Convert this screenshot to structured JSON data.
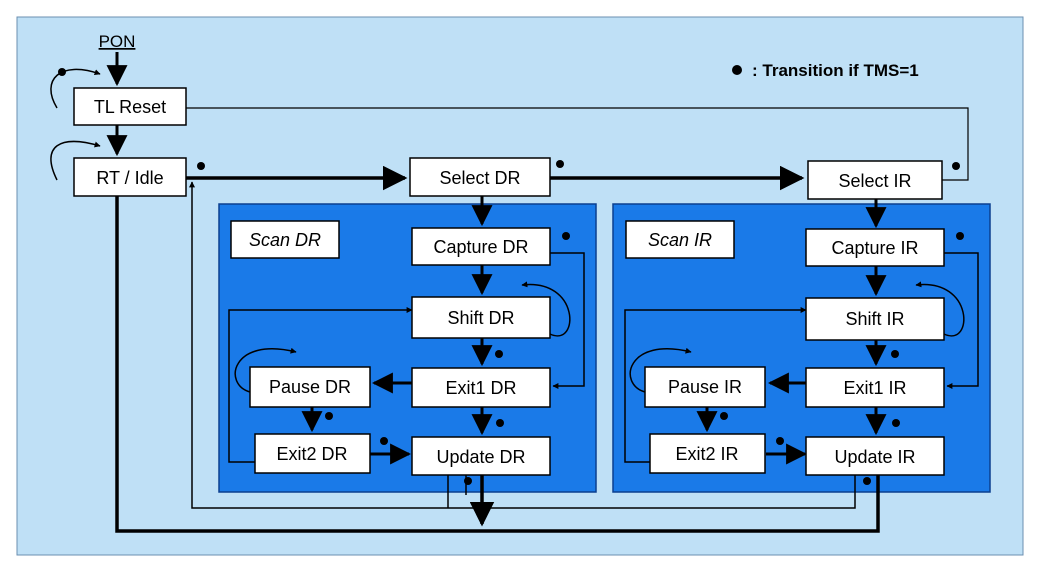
{
  "colors": {
    "page_background": "#ffffff",
    "panel_background": "#bfe0f6",
    "scan_region_fill": "#1a7ae8",
    "box_fill": "#ffffff",
    "line": "#000000"
  },
  "power_on": "PON",
  "legend": {
    "marker": "dot",
    "text": ": Transition if TMS=1"
  },
  "regions": {
    "scan_dr": "Scan DR",
    "scan_ir": "Scan IR"
  },
  "states": {
    "tl_reset": "TL Reset",
    "rt_idle": "RT / Idle",
    "select_dr": "Select DR",
    "select_ir": "Select IR",
    "capture_dr": "Capture DR",
    "shift_dr": "Shift DR",
    "exit1_dr": "Exit1 DR",
    "pause_dr": "Pause DR",
    "exit2_dr": "Exit2 DR",
    "update_dr": "Update DR",
    "capture_ir": "Capture IR",
    "shift_ir": "Shift IR",
    "exit1_ir": "Exit1 IR",
    "pause_ir": "Pause IR",
    "exit2_ir": "Exit2 IR",
    "update_ir": "Update IR"
  }
}
